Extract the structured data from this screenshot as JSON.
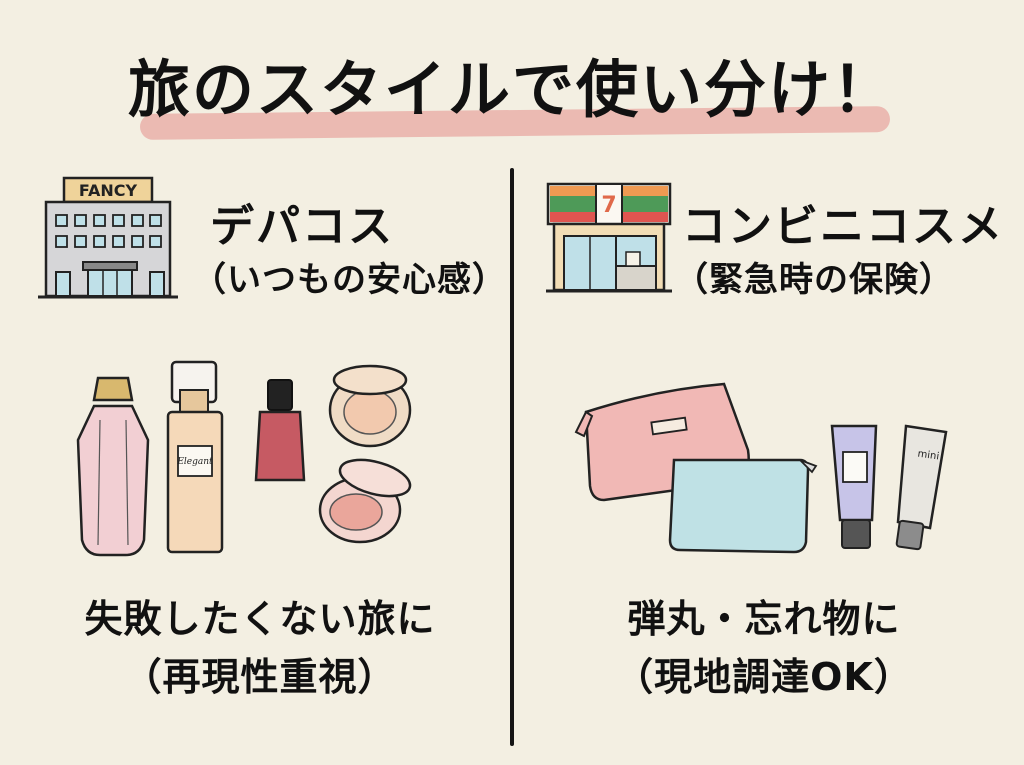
{
  "title": "旅のスタイルで使い分け！",
  "colors": {
    "background": "#f3efe2",
    "title_underline": "#eab4ad",
    "ink": "#111111"
  },
  "left": {
    "icon": "department-store-icon",
    "store_sign": "FANCY",
    "heading": "デパコス",
    "subheading": "（いつもの安心感）",
    "items": [
      "perfume-bottle",
      "spray-perfume-bottle",
      "nail-polish",
      "cushion-compact",
      "blush-compact"
    ],
    "bottle_label": "Elegant",
    "caption_line1": "失敗したくない旅に",
    "caption_line2": "（再現性重視）"
  },
  "right": {
    "icon": "convenience-store-icon",
    "store_sign": "7",
    "heading": "コンビニコスメ",
    "subheading": "（緊急時の保険）",
    "items": [
      "pink-pouch",
      "blue-pouch",
      "purple-tube",
      "mini-tube"
    ],
    "tube_label": "mini",
    "caption_line1": "弾丸・忘れ物に",
    "caption_line2": "（現地調達OK）"
  }
}
